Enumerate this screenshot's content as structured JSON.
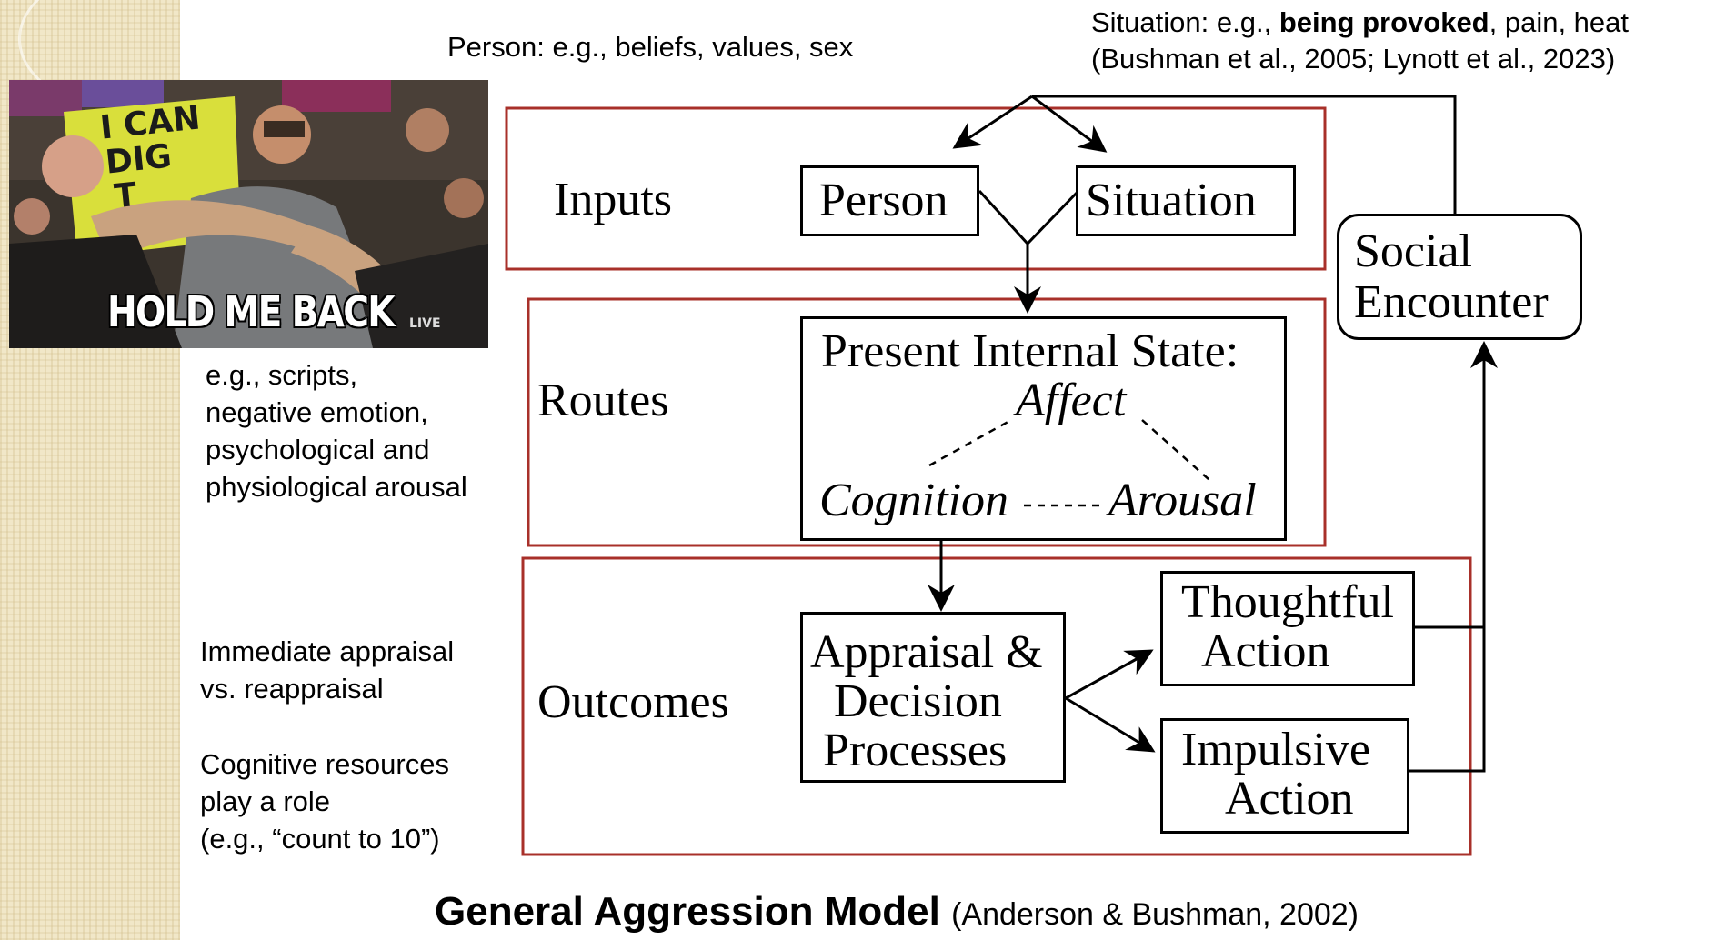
{
  "notes": {
    "situation_prefix": "Situation: e.g., ",
    "situation_bold": "being provoked",
    "situation_suffix": ", pain, heat",
    "situation_citation": "(Bushman et al., 2005; Lynott et al., 2023)",
    "person": "Person: e.g., beliefs, values, sex",
    "routes_lines": [
      "e.g., scripts,",
      "negative emotion,",
      "psychological and",
      "physiological arousal"
    ],
    "outcomes_lines_1": [
      "Immediate appraisal",
      "vs. reappraisal"
    ],
    "outcomes_lines_2": [
      "Cognitive resources",
      "play a role",
      "(e.g., “count to 10”)"
    ]
  },
  "meme": {
    "caption": "HOLD ME BACK",
    "sign_lines": [
      "I CAN",
      "DIG",
      "T"
    ],
    "logo": "LIVE"
  },
  "diagram": {
    "sections": {
      "inputs": "Inputs",
      "routes": "Routes",
      "outcomes": "Outcomes"
    },
    "boxes": {
      "person": "Person",
      "situation": "Situation",
      "social_encounter": [
        "Social",
        "Encounter"
      ],
      "internal_state_title": "Present Internal State:",
      "affect": "Affect",
      "cognition": "Cognition",
      "arousal": "Arousal",
      "appraisal": [
        "Appraisal &",
        "Decision",
        "Processes"
      ],
      "thoughtful": [
        "Thoughtful",
        "Action"
      ],
      "impulsive": [
        "Impulsive",
        "Action"
      ]
    }
  },
  "title": {
    "main": "General Aggression Model",
    "citation": "(Anderson & Bushman, 2002)"
  },
  "colors": {
    "section_border": "#a8302a",
    "strip": "#f1e7c8"
  }
}
